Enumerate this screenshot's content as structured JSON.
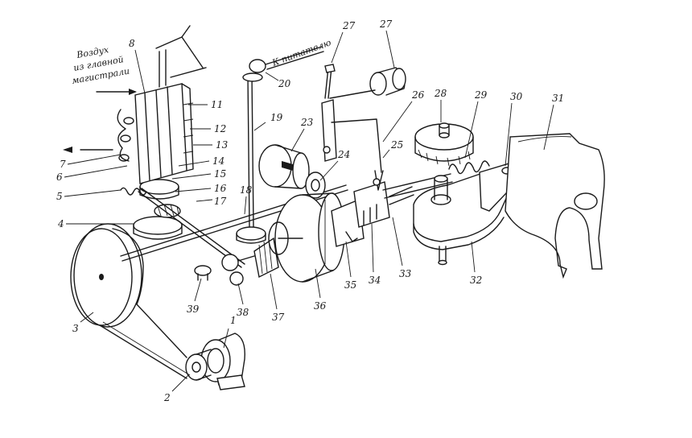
{
  "inscriptions": {
    "air_line1": "Воздух",
    "air_line2": "из главной",
    "air_line3": "магистрали",
    "to_feeder": "К питателю"
  },
  "part_labels": {
    "p1": "1",
    "p2": "2",
    "p3": "3",
    "p4": "4",
    "p5": "5",
    "p6": "6",
    "p7": "7",
    "p8": "8",
    "p11": "11",
    "p12": "12",
    "p13": "13",
    "p14": "14",
    "p15": "15",
    "p16": "16",
    "p17": "17",
    "p18": "18",
    "p19": "19",
    "p20": "20",
    "p23": "23",
    "p24": "24",
    "p25": "25",
    "p26": "26",
    "p27a": "27",
    "p27b": "27",
    "p28": "28",
    "p29": "29",
    "p30": "30",
    "p31": "31",
    "p32": "32",
    "p33": "33",
    "p34": "34",
    "p35": "35",
    "p36": "36",
    "p37": "37",
    "p38": "38",
    "p39": "39"
  }
}
